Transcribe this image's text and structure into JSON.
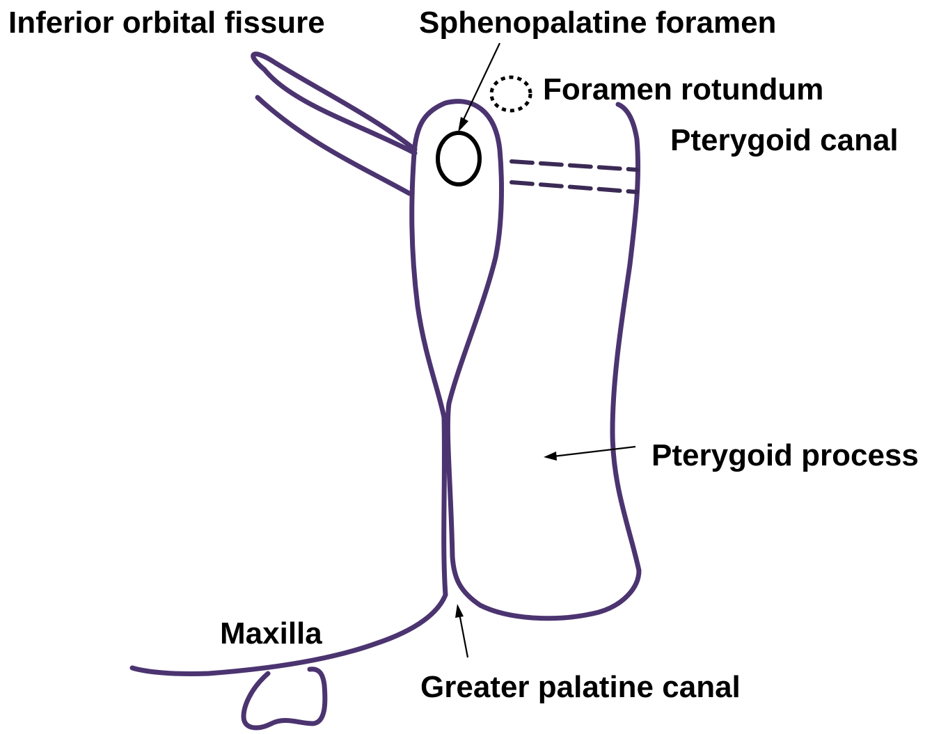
{
  "labels": {
    "inferior_orbital_fissure": "Inferior orbital fissure",
    "sphenopalatine_foramen": "Sphenopalatine foramen",
    "foramen_rotundum": "Foramen rotundum",
    "pterygoid_canal": "Pterygoid canal",
    "pterygoid_process": "Pterygoid process",
    "maxilla": "Maxilla",
    "greater_palatine_canal": "Greater palatine canal"
  },
  "colors": {
    "outline": "#4b3470",
    "text": "#000000",
    "background": "#ffffff"
  }
}
